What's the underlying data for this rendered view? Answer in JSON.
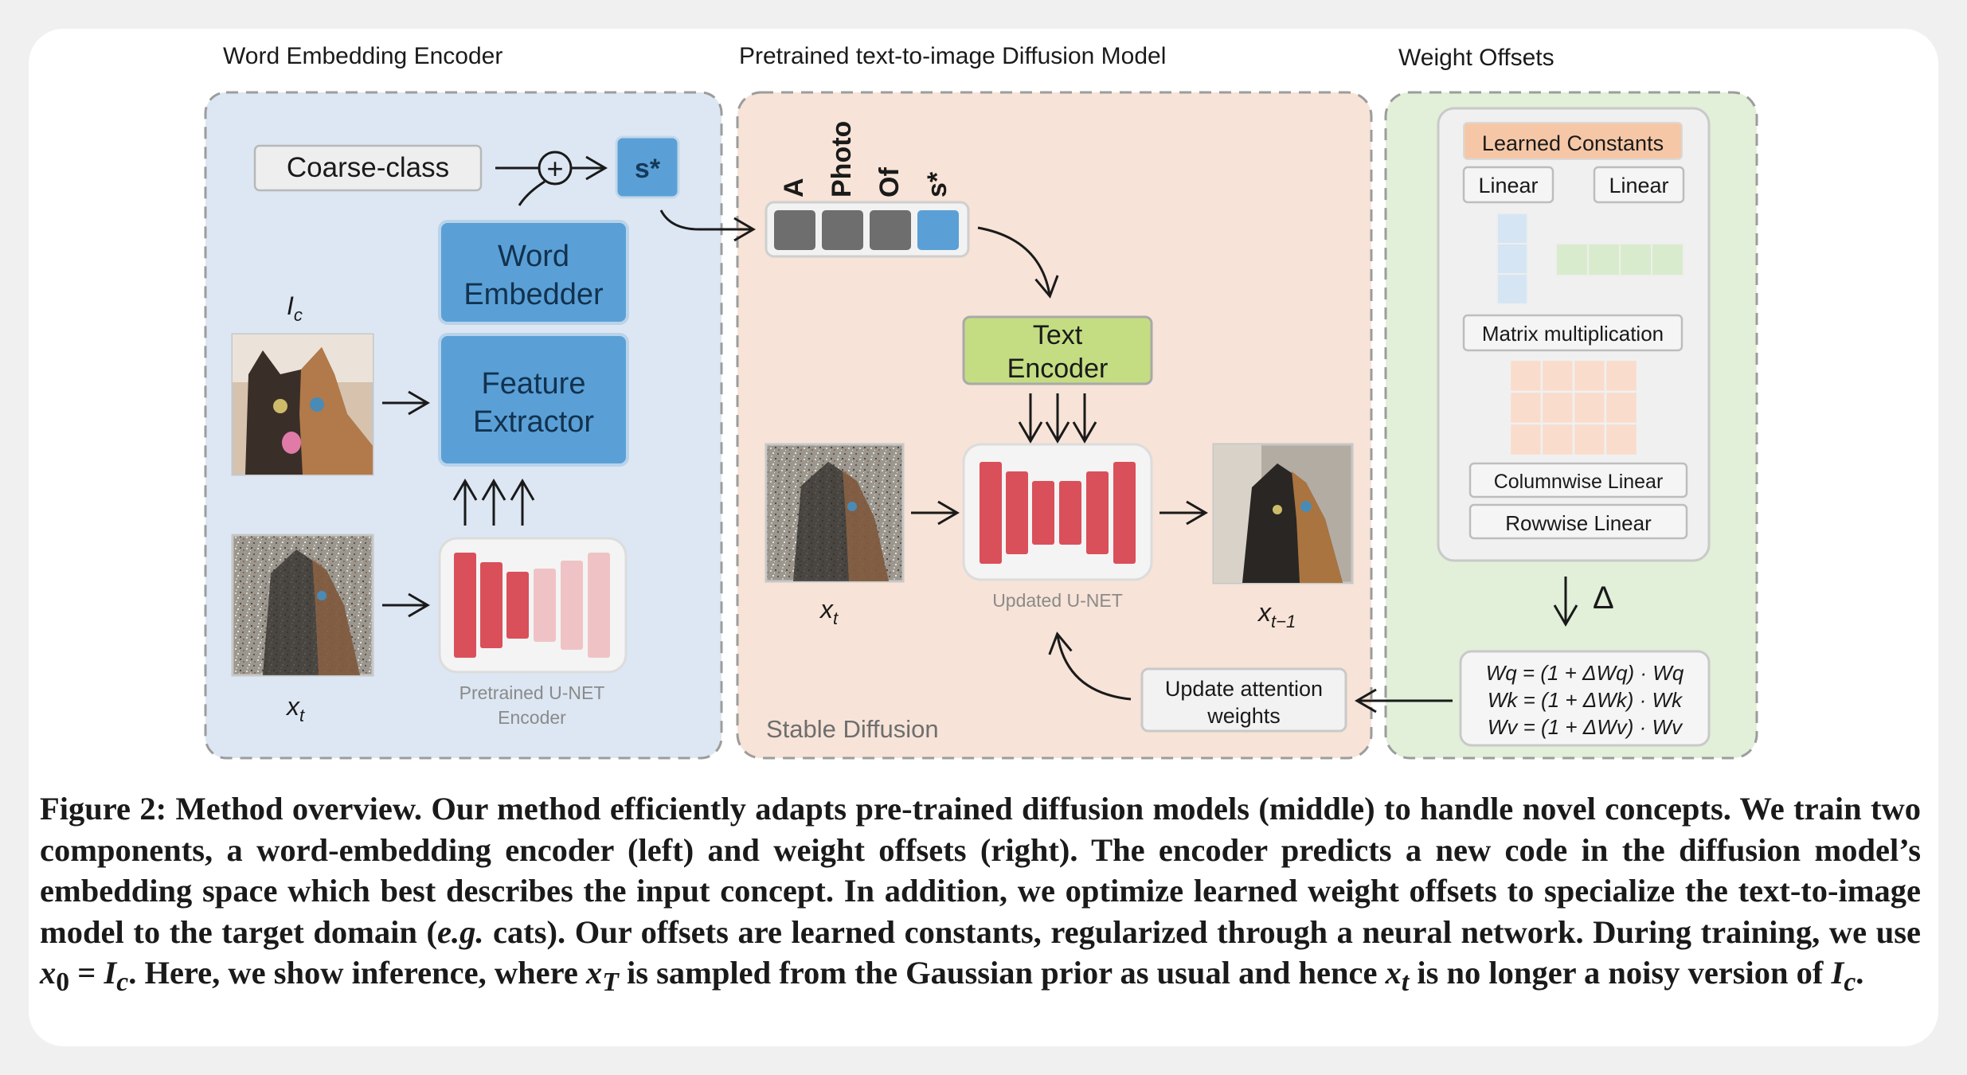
{
  "panels": {
    "encoder_title": "Word Embedding Encoder",
    "diffusion_title": "Pretrained text-to-image Diffusion Model",
    "offsets_title": "Weight Offsets"
  },
  "encoder": {
    "coarse_class": "Coarse-class",
    "plus_symbol": "+",
    "token": "s*",
    "word_embedder_line1": "Word",
    "word_embedder_line2": "Embedder",
    "feature_extractor_line1": "Feature",
    "feature_extractor_line2": "Extractor",
    "label_ic": "I",
    "label_ic_sub": "c",
    "label_xt": "x",
    "label_xt_sub": "t",
    "unet_label_line1": "Pretrained U-NET",
    "unet_label_line2": "Encoder"
  },
  "diffusion": {
    "prompt_words": [
      "A",
      "Photo",
      "Of",
      "s*"
    ],
    "text_encoder_line1": "Text",
    "text_encoder_line2": "Encoder",
    "unet_label": "Updated U-NET",
    "label_xt": "x",
    "label_xt_sub": "t",
    "label_xt1": "x",
    "label_xt1_sub": "t−1",
    "stable_diffusion": "Stable Diffusion",
    "update_line1": "Update attention",
    "update_line2": "weights"
  },
  "offsets": {
    "learned_constants": "Learned Constants",
    "linear_left": "Linear",
    "linear_right": "Linear",
    "matrix_multiplication": "Matrix multiplication",
    "columnwise_linear": "Columnwise Linear",
    "rowwise_linear": "Rowwise Linear",
    "delta": "Δ",
    "eq_q": "Wq = (1 + ΔWq) · Wq",
    "eq_k": "Wk = (1 + ΔWk) · Wk",
    "eq_v": "Wv = (1 + ΔWv) · Wv"
  },
  "caption": {
    "p1": "Figure 2: Method overview. Our method efficiently adapts pre-trained diffusion models (middle) to handle novel concepts. We train two components, a word-embedding encoder (left) and weight offsets (right). The encoder predicts a new code in the diffusion model’s embedding space which best describes the input concept. In addition, we optimize learned weight offsets to specialize the text-to-image model to the target domain (",
    "eg": "e.g.",
    "p2": " cats). Our offsets are learned constants, regularized through a neural network. During training, we use ",
    "x0": "x",
    "x0_sub": "0",
    "eq": " = ",
    "ic": "I",
    "ic_sub": "c",
    "p3": ". Here, we show inference, where ",
    "xT": "x",
    "xT_sub": "T",
    "p4": " is sampled from the Gaussian prior as usual and hence ",
    "xt": "x",
    "xt_sub": "t",
    "p5": " is no longer a noisy version of ",
    "ic2": "I",
    "ic2_sub": "c",
    "p6": "."
  },
  "colors": {
    "encoder_bg": "#dde7f3",
    "diffusion_bg": "#f7e3d7",
    "offsets_bg": "#e2efd9",
    "blue_box": "#5aa0d6",
    "green_box": "#c4dd82",
    "red_bar": "#d9505a",
    "pink_bar": "#efc3c5",
    "orange_box": "#f6c7a6"
  }
}
